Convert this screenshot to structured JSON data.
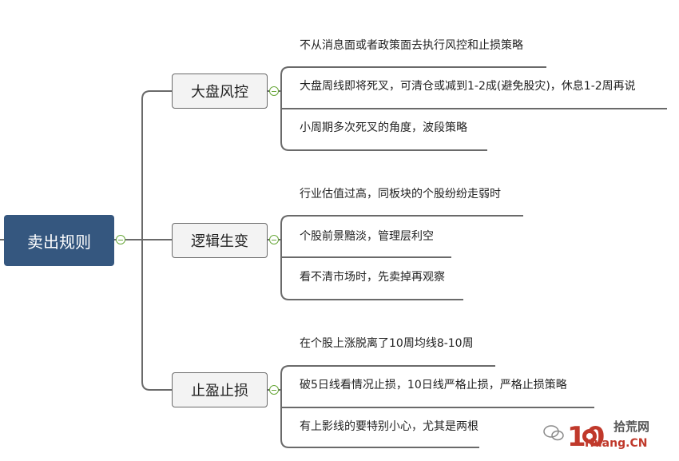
{
  "mindmap": {
    "root": {
      "label": "卖出规则"
    },
    "branches": [
      {
        "label": "大盘风控",
        "items": [
          "不从消息面或者政策面去执行风控和止损策略",
          "大盘周线即将死叉，可清仓或减到1-2成(避免股灾)，休息1-2周再说",
          "小周期多次死叉的角度，波段策略"
        ]
      },
      {
        "label": "逻辑生变",
        "items": [
          "行业估值过高，同板块的个股纷纷走弱时",
          "个股前景黯淡，管理层利空",
          "看不清市场时，先卖掉再观察"
        ]
      },
      {
        "label": "止盈止损",
        "items": [
          "在个股上涨脱离了10周均线8-10周",
          "破5日线看情况止损，10日线严格止损，严格止损策略",
          "有上影线的要特别小心，尤其是两根"
        ]
      }
    ]
  },
  "watermark": {
    "logo_text": "10",
    "brand": "拾荒网",
    "domain": "Huang.CN"
  },
  "colors": {
    "root_fill": "#35577f",
    "line": "#6a6a6a",
    "toggle": "#69a83a",
    "watermark_red": "#c0392b"
  }
}
